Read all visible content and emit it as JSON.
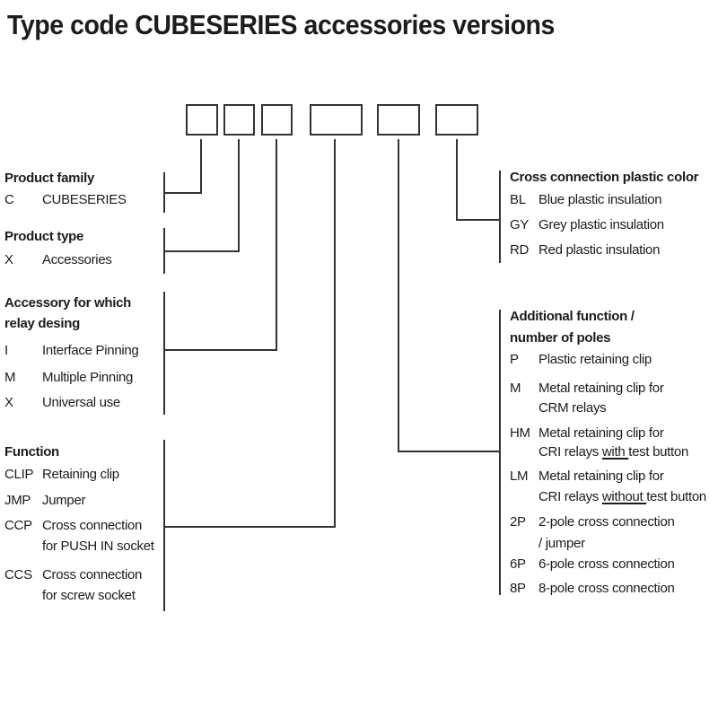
{
  "title": "Type code CUBESERIES accessories versions",
  "colors": {
    "ink": "#1c1c1c",
    "line": "#333333"
  },
  "code_box_count": 6,
  "sections": [
    {
      "id": "product-family",
      "heading_lines": [
        "Product family"
      ],
      "rows": [
        {
          "code": "C",
          "lines": [
            "CUBESERIES"
          ]
        }
      ]
    },
    {
      "id": "product-type",
      "heading_lines": [
        "Product type"
      ],
      "rows": [
        {
          "code": "X",
          "lines": [
            "Accessories"
          ]
        }
      ]
    },
    {
      "id": "accessory-for-which-relay-desing",
      "heading_lines": [
        "Accessory for which",
        "relay desing"
      ],
      "rows": [
        {
          "code": "I",
          "lines": [
            "Interface Pinning"
          ]
        },
        {
          "code": "M",
          "lines": [
            "Multiple Pinning"
          ]
        },
        {
          "code": "X",
          "lines": [
            "Universal use"
          ]
        }
      ]
    },
    {
      "id": "function",
      "heading_lines": [
        "Function"
      ],
      "rows": [
        {
          "code": "CLIP",
          "lines": [
            "Retaining clip"
          ]
        },
        {
          "code": "JMP",
          "lines": [
            "Jumper"
          ]
        },
        {
          "code": "CCP",
          "lines": [
            "Cross connection",
            "for PUSH IN socket"
          ]
        },
        {
          "code": "CCS",
          "lines": [
            "Cross connection",
            "for screw socket"
          ]
        }
      ]
    },
    {
      "id": "cross-connection-plastic-color",
      "heading_lines": [
        "Cross connection plastic color"
      ],
      "rows": [
        {
          "code": "BL",
          "lines": [
            "Blue plastic insulation"
          ]
        },
        {
          "code": "GY",
          "lines": [
            "Grey plastic insulation"
          ]
        },
        {
          "code": "RD",
          "lines": [
            "Red plastic insulation"
          ]
        }
      ]
    },
    {
      "id": "additional-function-number-of-poles",
      "heading_lines": [
        "Additional function /",
        "number of poles"
      ],
      "rows": [
        {
          "code": "P",
          "lines": [
            "Plastic retaining clip"
          ]
        },
        {
          "code": "M",
          "lines": [
            "Metal retaining clip for",
            "CRM relays"
          ]
        },
        {
          "code": "HM",
          "lines": [
            "Metal retaining clip for"
          ],
          "line2_pre": "CRI relays ",
          "line2_underline": "with ",
          "line2_post": "test button"
        },
        {
          "code": "LM",
          "lines": [
            "Metal retaining clip for"
          ],
          "line2_pre": "CRI relays ",
          "line2_underline": "without ",
          "line2_post": "test button"
        },
        {
          "code": "2P",
          "lines": [
            "2-pole cross connection",
            "/ jumper"
          ]
        },
        {
          "code": "6P",
          "lines": [
            "6-pole cross connection"
          ]
        },
        {
          "code": "8P",
          "lines": [
            "8-pole cross connection"
          ]
        }
      ]
    }
  ]
}
